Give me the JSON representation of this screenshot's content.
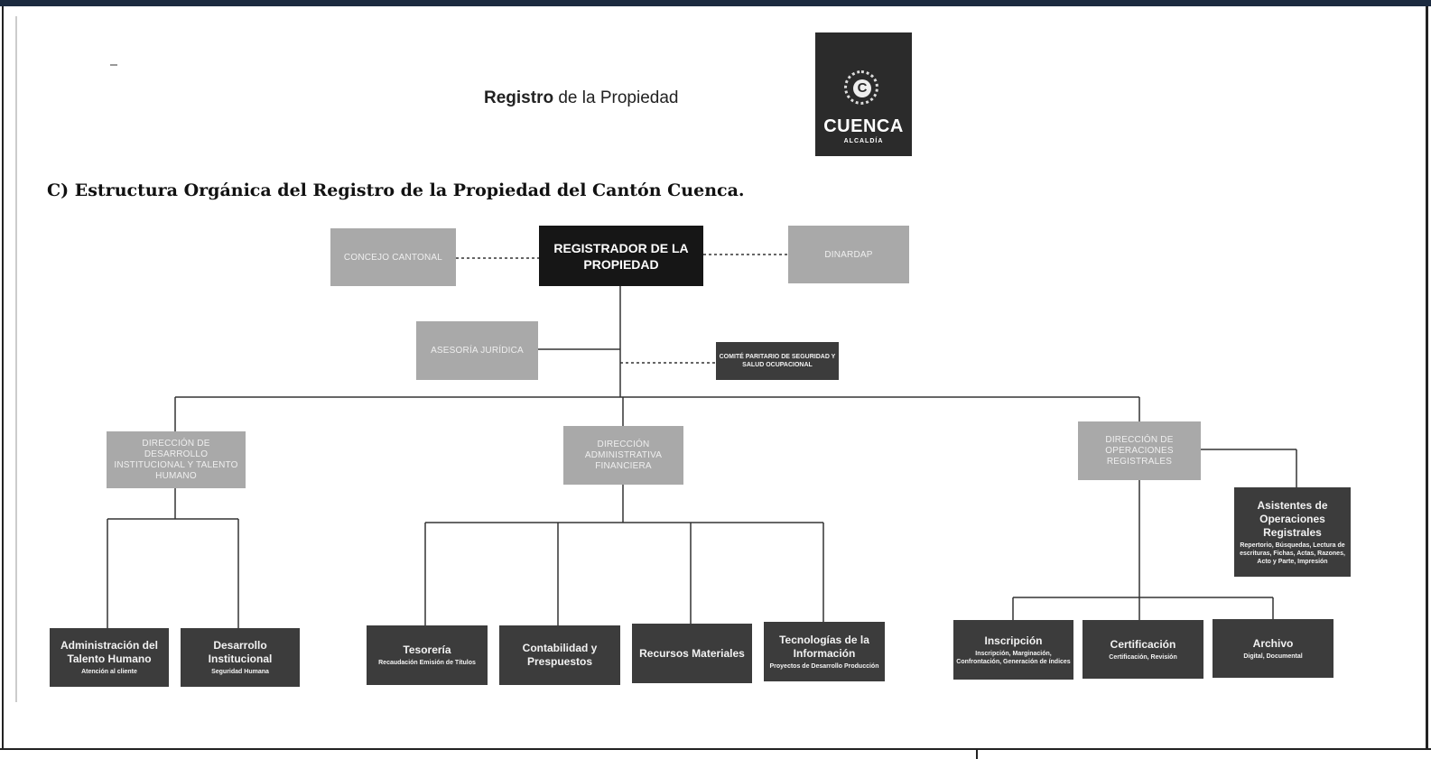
{
  "header": {
    "title_bold": "Registro",
    "title_rest": " de la Propiedad",
    "logo_name": "CUENCA",
    "logo_sub": "ALCALDÍA",
    "logo_letter": "C"
  },
  "section_title": "C)  Estructura Orgánica del Registro de la Propiedad del Cantón Cuenca.",
  "org": {
    "registrador": "REGISTRADOR DE LA PROPIEDAD",
    "concejo": "CONCEJO CANTONAL",
    "dinardap": "DINARDAP",
    "asesoria": "ASESORÍA JURÍDICA",
    "comite": "COMITÉ PARITARIO DE SEGURIDAD Y SALUD OCUPACIONAL",
    "dir_desarrollo": "DIRECCIÓN DE DESARROLLO INSTITUCIONAL Y TALENTO HUMANO",
    "dir_administrativa": "DIRECCIÓN ADMINISTRATIVA FINANCIERA",
    "dir_operaciones": "DIRECCIÓN DE OPERACIONES REGISTRALES",
    "asistentes": {
      "title": "Asistentes de Operaciones Registrales",
      "sub": "Repertorio, Búsquedas, Lectura de escrituras, Fichas, Actas, Razones, Acto y Parte, Impresión"
    },
    "units": [
      {
        "title": "Administración del Talento Humano",
        "sub": "Atención al cliente"
      },
      {
        "title": "Desarrollo Institucional",
        "sub": "Seguridad Humana"
      },
      {
        "title": "Tesorería",
        "sub": "Recaudación Emisión de Títulos"
      },
      {
        "title": "Contabilidad y Prespuestos",
        "sub": ""
      },
      {
        "title": "Recursos Materiales",
        "sub": ""
      },
      {
        "title": "Tecnologías de la Información",
        "sub": "Proyectos de Desarrollo Producción"
      },
      {
        "title": "Inscripción",
        "sub": "Inscripción, Marginación, Confrontación, Generación de índices"
      },
      {
        "title": "Certificación",
        "sub": "Certificación, Revisión"
      },
      {
        "title": "Archivo",
        "sub": "Digital, Documental"
      }
    ]
  }
}
